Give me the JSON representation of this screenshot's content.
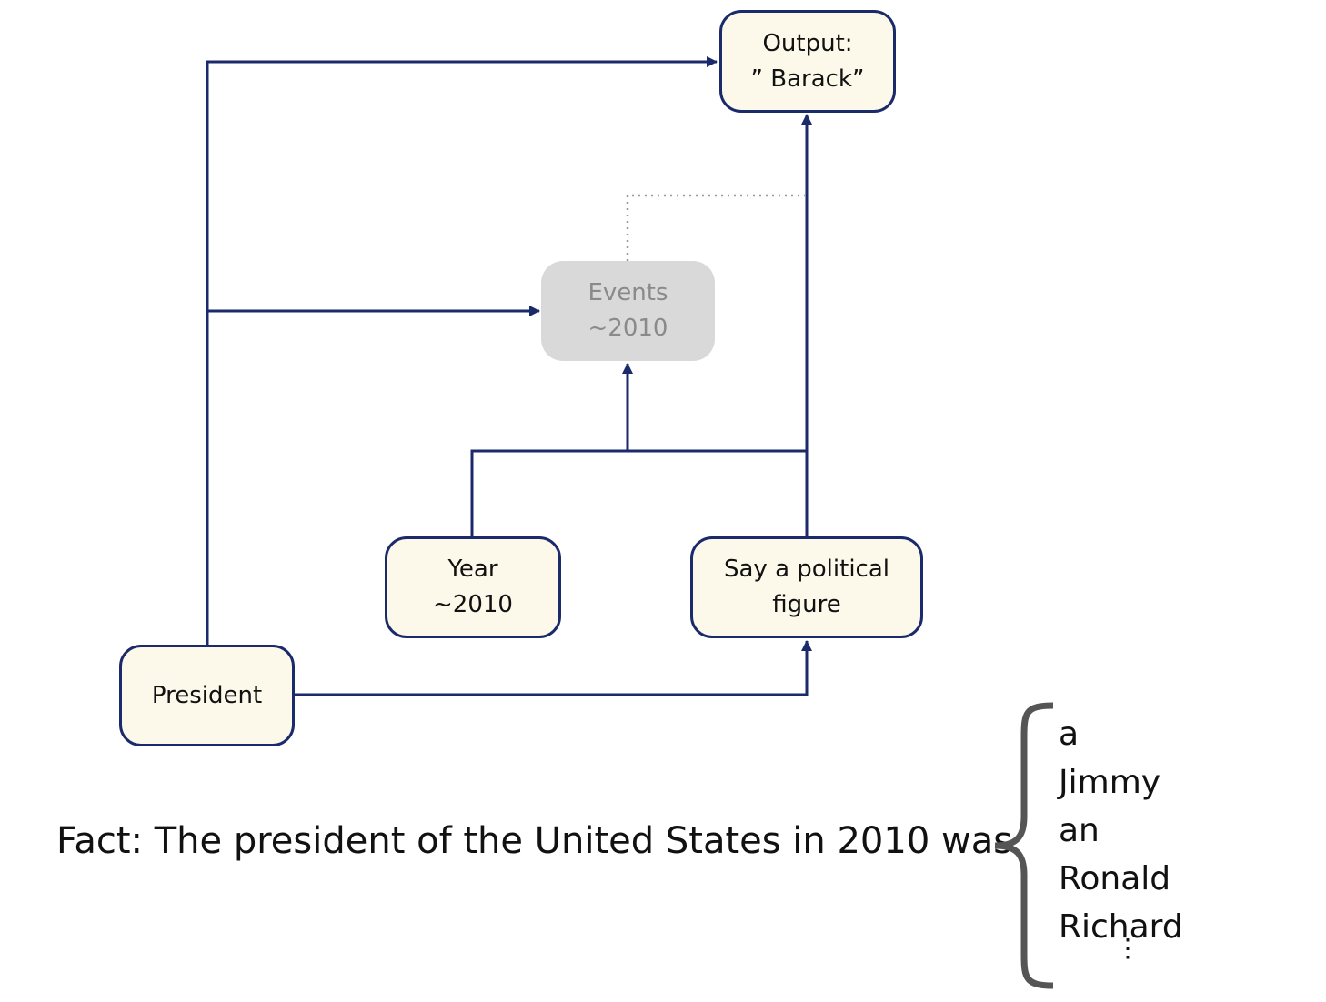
{
  "nodes": {
    "output": {
      "line1": "Output:",
      "line2": "” Barack”"
    },
    "events": {
      "line1": "Events",
      "line2": "~2010"
    },
    "year": {
      "line1": "Year",
      "line2": "~2010"
    },
    "say_political": {
      "line1": "Say a political",
      "line2": "figure"
    },
    "president": {
      "line1": "President"
    }
  },
  "fact": {
    "text": "Fact: The president of the United States in 2010 was"
  },
  "completions": [
    "a",
    "Jimmy",
    "an",
    "Ronald",
    "Richard"
  ],
  "ellipsis": "⋮",
  "colors": {
    "edge": "#1b2a6b",
    "node_fill": "#fcf8ea",
    "faded_fill": "#d9d9d9",
    "faded_text": "#8a8a8a",
    "dotted_edge": "#9a9a9a",
    "brace": "#555555"
  }
}
